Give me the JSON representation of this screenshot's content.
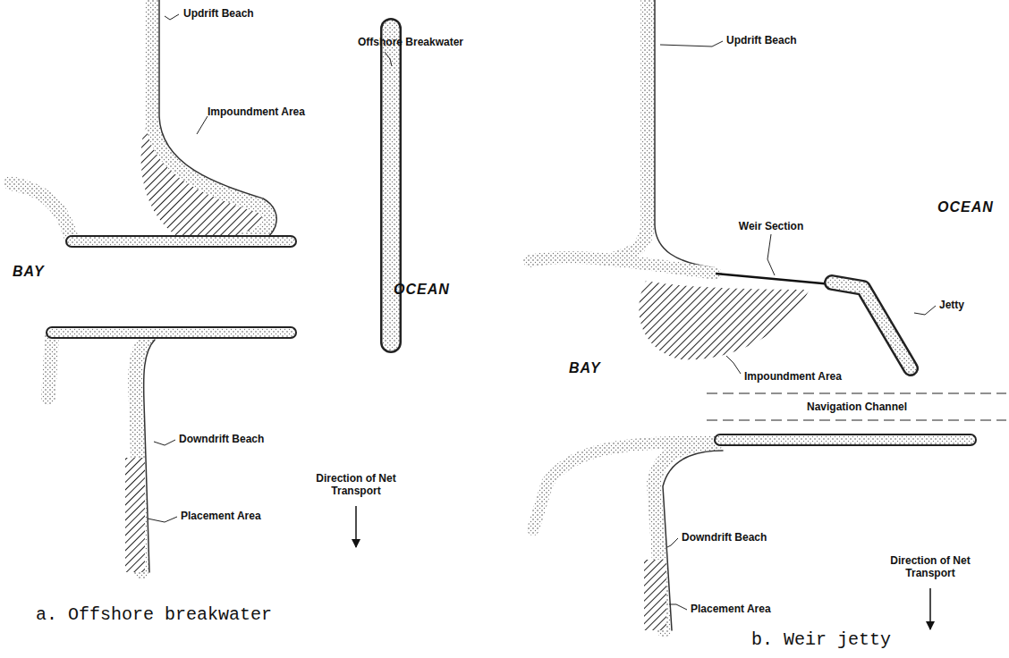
{
  "diagram": {
    "labels": [
      "Updrift Beach",
      "Offshore Breakwater",
      "Impoundment Area",
      "BAY",
      "OCEAN",
      "Downdrift Beach",
      "Direction of Net Transport",
      "Placement Area",
      "Updrift Beach",
      "Weir Section",
      "OCEAN",
      "BAY",
      "Impoundment Area",
      "Jetty",
      "Navigation Channel",
      "Downdrift Beach",
      "Direction of Net Transport",
      "Placement Area",
      "a. Offshore breakwater",
      "b. Weir jetty"
    ]
  }
}
